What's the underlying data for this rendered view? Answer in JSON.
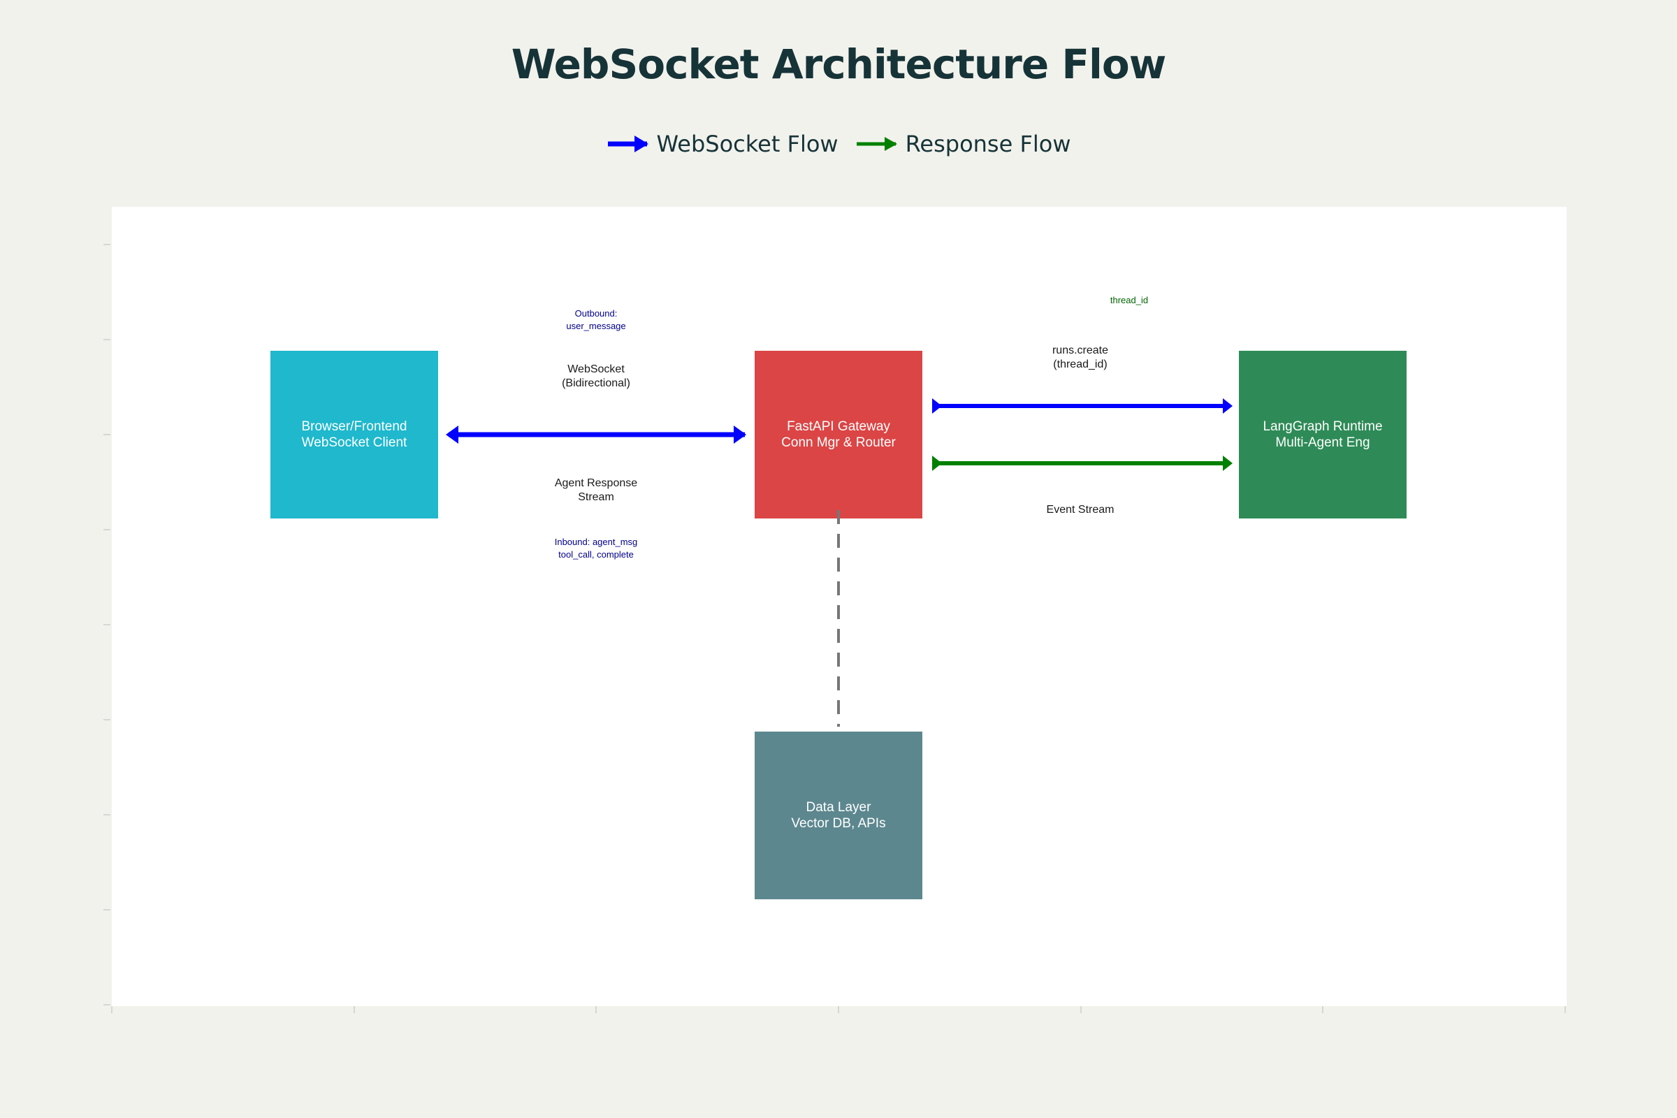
{
  "title": "WebSocket Architecture Flow",
  "legend": [
    {
      "label": "WebSocket Flow",
      "color": "#0000ff"
    },
    {
      "label": "Response Flow",
      "color": "#008000"
    }
  ],
  "nodes": {
    "browser": {
      "line1": "Browser/Frontend",
      "line2": "WebSocket Client",
      "color": "#1fb8cd"
    },
    "gateway": {
      "line1": "FastAPI Gateway",
      "line2": "Conn Mgr & Router",
      "color": "#db4545"
    },
    "langgraph": {
      "line1": "LangGraph Runtime",
      "line2": "Multi-Agent Eng",
      "color": "#2e8b57"
    },
    "datalayer": {
      "line1": "Data Layer",
      "line2": "Vector DB, APIs",
      "color": "#5d878f"
    }
  },
  "edge_labels": {
    "outbound": {
      "line1": "Outbound:",
      "line2": "user_message",
      "color": "#00008b"
    },
    "websocket": {
      "line1": "WebSocket",
      "line2": "(Bidirectional)"
    },
    "agent_response": {
      "line1": "Agent Response",
      "line2": "Stream"
    },
    "inbound": {
      "line1": "Inbound: agent_msg",
      "line2": "tool_call, complete",
      "color": "#00008b"
    },
    "thread_id": {
      "line1": "thread_id",
      "color": "#006400"
    },
    "runs_create": {
      "line1": "runs.create",
      "line2": "(thread_id)"
    },
    "event_stream": {
      "line1": "Event Stream"
    }
  },
  "edge_colors": {
    "websocket": "#0000ff",
    "response": "#008000",
    "data": "#777777"
  }
}
